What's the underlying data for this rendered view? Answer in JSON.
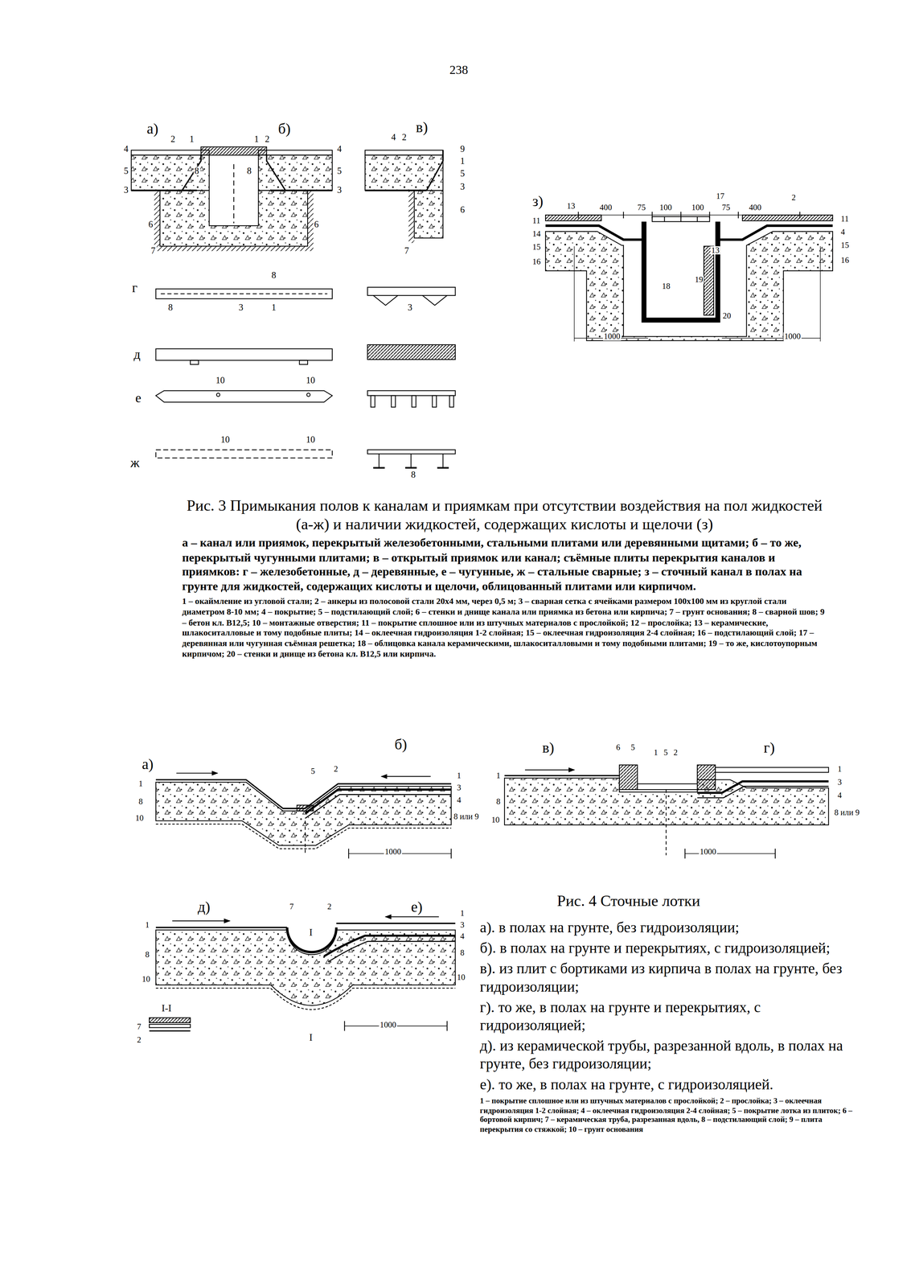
{
  "diagram": {
    "labels": [
      "238",
      "а)",
      "2",
      "1",
      "1",
      "2",
      "б)",
      "4",
      "5",
      "3",
      "8",
      "8",
      "4",
      "5",
      "3",
      "6",
      "6",
      "7",
      "4",
      "2",
      "в)",
      "9",
      "1",
      "5",
      "3",
      "6",
      "7",
      "г",
      "8",
      "8",
      "3",
      "1",
      "3",
      "д",
      "е",
      "10",
      "10",
      "ж",
      "10",
      "10",
      "8",
      "з)",
      "13",
      "400",
      "75",
      "100",
      "17",
      "100",
      "75",
      "400",
      "2",
      "11",
      "14",
      "15",
      "16",
      "11",
      "4",
      "15",
      "16",
      "13",
      "18",
      "19",
      "20",
      "1000",
      "1000",
      "Рис. 3 Примыкания полов к каналам и приямкам при отсутствии воздействия на пол жидкостей (а-ж) и наличии жидкостей, содержащих кислоты и щелочи (з)",
      "а – канал или приямок, перекрытый железобетонными, стальными плитами или деревянными щитами; б – то же, перекрытый чугунными плитами; в – открытый приямок или канал; съёмные плиты перекрытия каналов и приямков: г – железобетонные, д – деревянные, е – чугунные, ж – стальные сварные; з – сточный канал в полах на грунте для жидкостей, содержащих кислоты и щелочи, облицованный плитами или кирпичом.",
      "1 – окаймление из угловой стали; 2 – анкеры из полосовой стали 20х4 мм, через 0,5 м; 3 – сварная сетка с ячейками размером 100х100 мм из круглой стали диаметром 8-10 мм; 4 – покрытие; 5 – подстилающий слой; 6 – стенки и днище канала или приямка из бетона или кирпича; 7 – грунт основания; 8 – сварной шов; 9 – бетон кл. В12,5; 10 – монтажные отверстия; 11 – покрытие сплошное или из штучных материалов с прослойкой; 12 – прослойка; 13 – керамические, шлакоситалловые и тому подобные плиты; 14 – оклеечная гидроизоляция 1-2 слойная; 15 – оклеечная гидроизоляция 2-4 слойная; 16 – подстилающий слой; 17 – деревянная или чугунная съёмная решетка; 18 – облицовка канала керамическими, шлакоситалловыми и тому подобными плитами; 19 – то же, кислотоупорным кирпичом; 20 – стенки и днище из бетона кл. В12,5 или кирпича.",
      "а)",
      "1",
      "8",
      "10",
      "5",
      "2",
      "б)",
      "1",
      "3",
      "4",
      "8 или 9",
      "1000",
      "в)",
      "6",
      "5",
      "1",
      "5",
      "2",
      "г)",
      "1",
      "3",
      "4",
      "8 или 9",
      "1",
      "8",
      "10",
      "1000",
      "д)",
      "7",
      "2",
      "е)",
      "1",
      "8",
      "10",
      "I",
      "I",
      "1",
      "3",
      "4",
      "8",
      "10",
      "1000",
      "I-I",
      "7",
      "2",
      "Рис. 4 Сточные лотки",
      "а). в полах на грунте, без гидроизоляции;",
      "б). в полах на грунте и перекрытиях, с гидроизоляцией;",
      "в). из плит с бортиками из кирпича в полах на грунте, без гидроизоляции;",
      "г). то же, в полах на грунте и перекрытиях, с гидроизоляцией;",
      "д). из керамической трубы, разрезанной вдоль, в полах на грунте, без гидроизоляции;",
      "е). то же, в полах на грунте, с гидроизоляцией.",
      "1 – покрытие сплошное или из штучных материалов с прослойкой; 2 – прослойка; 3 – оклеечная гидроизоляция 1-2 слойная; 4 – оклеечная гидроизоляция 2-4 слойная; 5 – покрытие лотка из плиток; 6 – бортовой кирпич; 7 – керамическая труба, разрезанная вдоль, 8 – подстилающий слой; 9 – плита перекрытия со стяжкой; 10 – грунт основания"
    ]
  }
}
